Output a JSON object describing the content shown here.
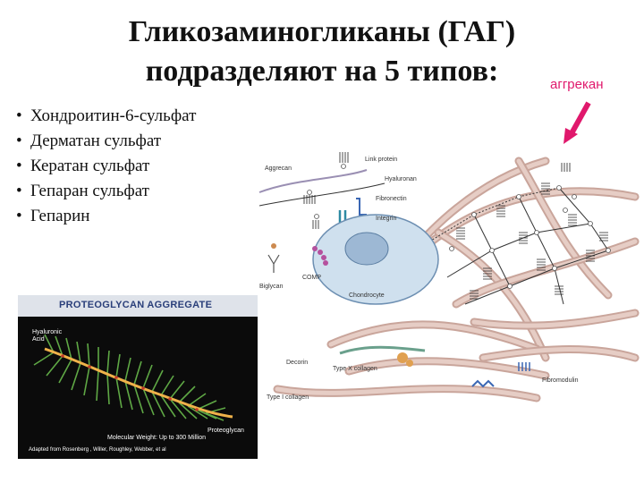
{
  "title": {
    "line1": "Гликозаминогликаны (ГАГ)",
    "line2": "подразделяют на 5 типов:"
  },
  "list": {
    "bullet": "•",
    "items": [
      "Хондроитин-6-сульфат",
      "Дерматан сульфат",
      "Кератан сульфат",
      "Гепаран сульфат",
      "Гепарин"
    ]
  },
  "callout": {
    "label": "аггрекан",
    "color": "#e0186c"
  },
  "diagram_labels": {
    "aggrecan": "Aggrecan",
    "link_protein": "Link protein",
    "hyaluronan": "Hyaluronan",
    "fibronectin": "Fibronectin",
    "integrin": "Integrin",
    "comp": "COMP",
    "biglycan": "Biglycan",
    "chondrocyte": "Chondrocyte",
    "decorin": "Decorin",
    "type_x_collagen": "Type X collagen",
    "type_i_collagen": "Type I collagen",
    "fibromodulin": "Fibromodulin"
  },
  "proteoglycan_panel": {
    "title": "PROTEOGLYCAN AGGREGATE",
    "hyaluronic_acid": "Hyaluronic Acid",
    "proteoglycan": "Proteoglycan",
    "molecular_weight": "Molecular Weight: Up to 300 Million",
    "source": "Adapted from Rosenberg , Willer, Roughley, Webber, et al"
  }
}
